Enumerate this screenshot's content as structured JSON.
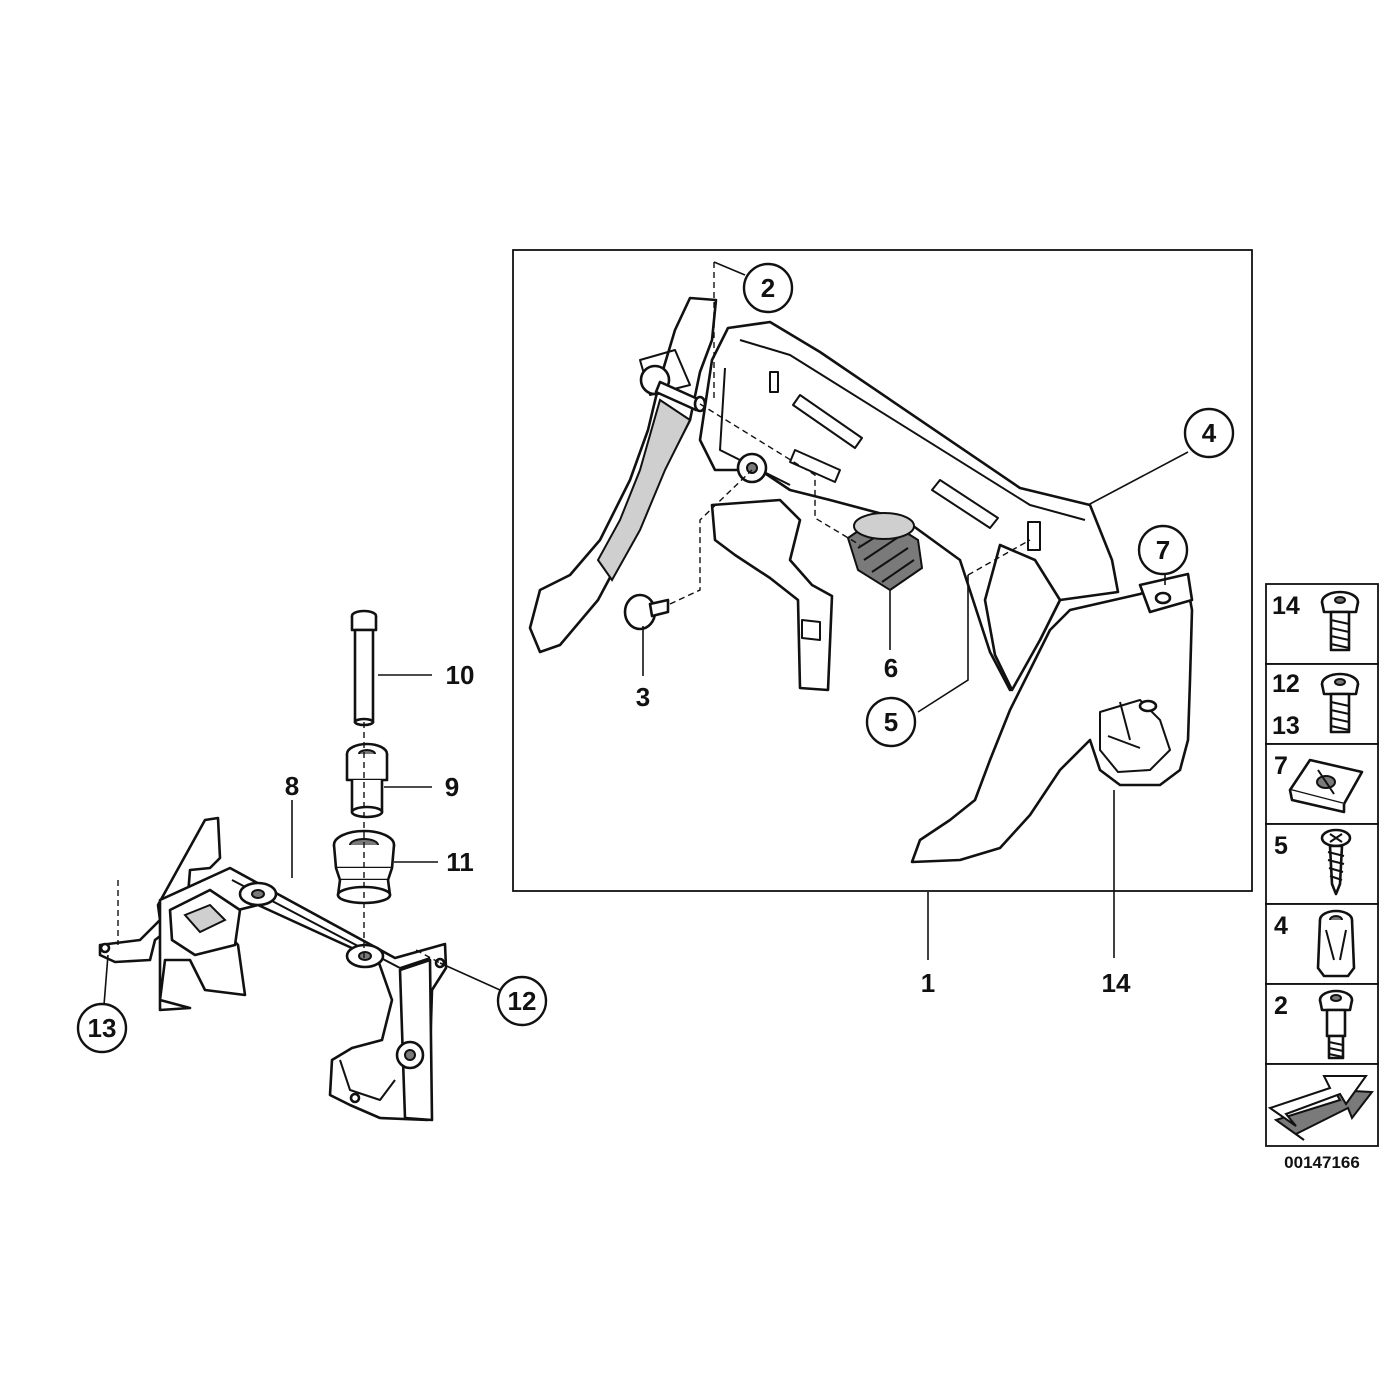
{
  "diagram": {
    "callouts": [
      {
        "id": "c1",
        "label": "1",
        "circled": false
      },
      {
        "id": "c2",
        "label": "2",
        "circled": true
      },
      {
        "id": "c3",
        "label": "3",
        "circled": false
      },
      {
        "id": "c4",
        "label": "4",
        "circled": true
      },
      {
        "id": "c5",
        "label": "5",
        "circled": true
      },
      {
        "id": "c6",
        "label": "6",
        "circled": false
      },
      {
        "id": "c7",
        "label": "7",
        "circled": true
      },
      {
        "id": "c8",
        "label": "8",
        "circled": false
      },
      {
        "id": "c9",
        "label": "9",
        "circled": false
      },
      {
        "id": "c10",
        "label": "10",
        "circled": false
      },
      {
        "id": "c11",
        "label": "11",
        "circled": false
      },
      {
        "id": "c12",
        "label": "12",
        "circled": true
      },
      {
        "id": "c13",
        "label": "13",
        "circled": true
      },
      {
        "id": "c14",
        "label": "14",
        "circled": false
      }
    ],
    "legend": [
      {
        "labels": [
          "14"
        ],
        "icon": "button-head-bolt-icon"
      },
      {
        "labels": [
          "12",
          "13"
        ],
        "icon": "button-head-bolt-icon"
      },
      {
        "labels": [
          "7"
        ],
        "icon": "spring-nut-icon"
      },
      {
        "labels": [
          "5"
        ],
        "icon": "tapping-screw-icon"
      },
      {
        "labels": [
          "4"
        ],
        "icon": "expanding-nut-icon"
      },
      {
        "labels": [
          "2"
        ],
        "icon": "shoulder-bolt-icon"
      },
      {
        "labels": [],
        "icon": "forward-arrow-icon"
      }
    ],
    "document_number": "00147166"
  }
}
